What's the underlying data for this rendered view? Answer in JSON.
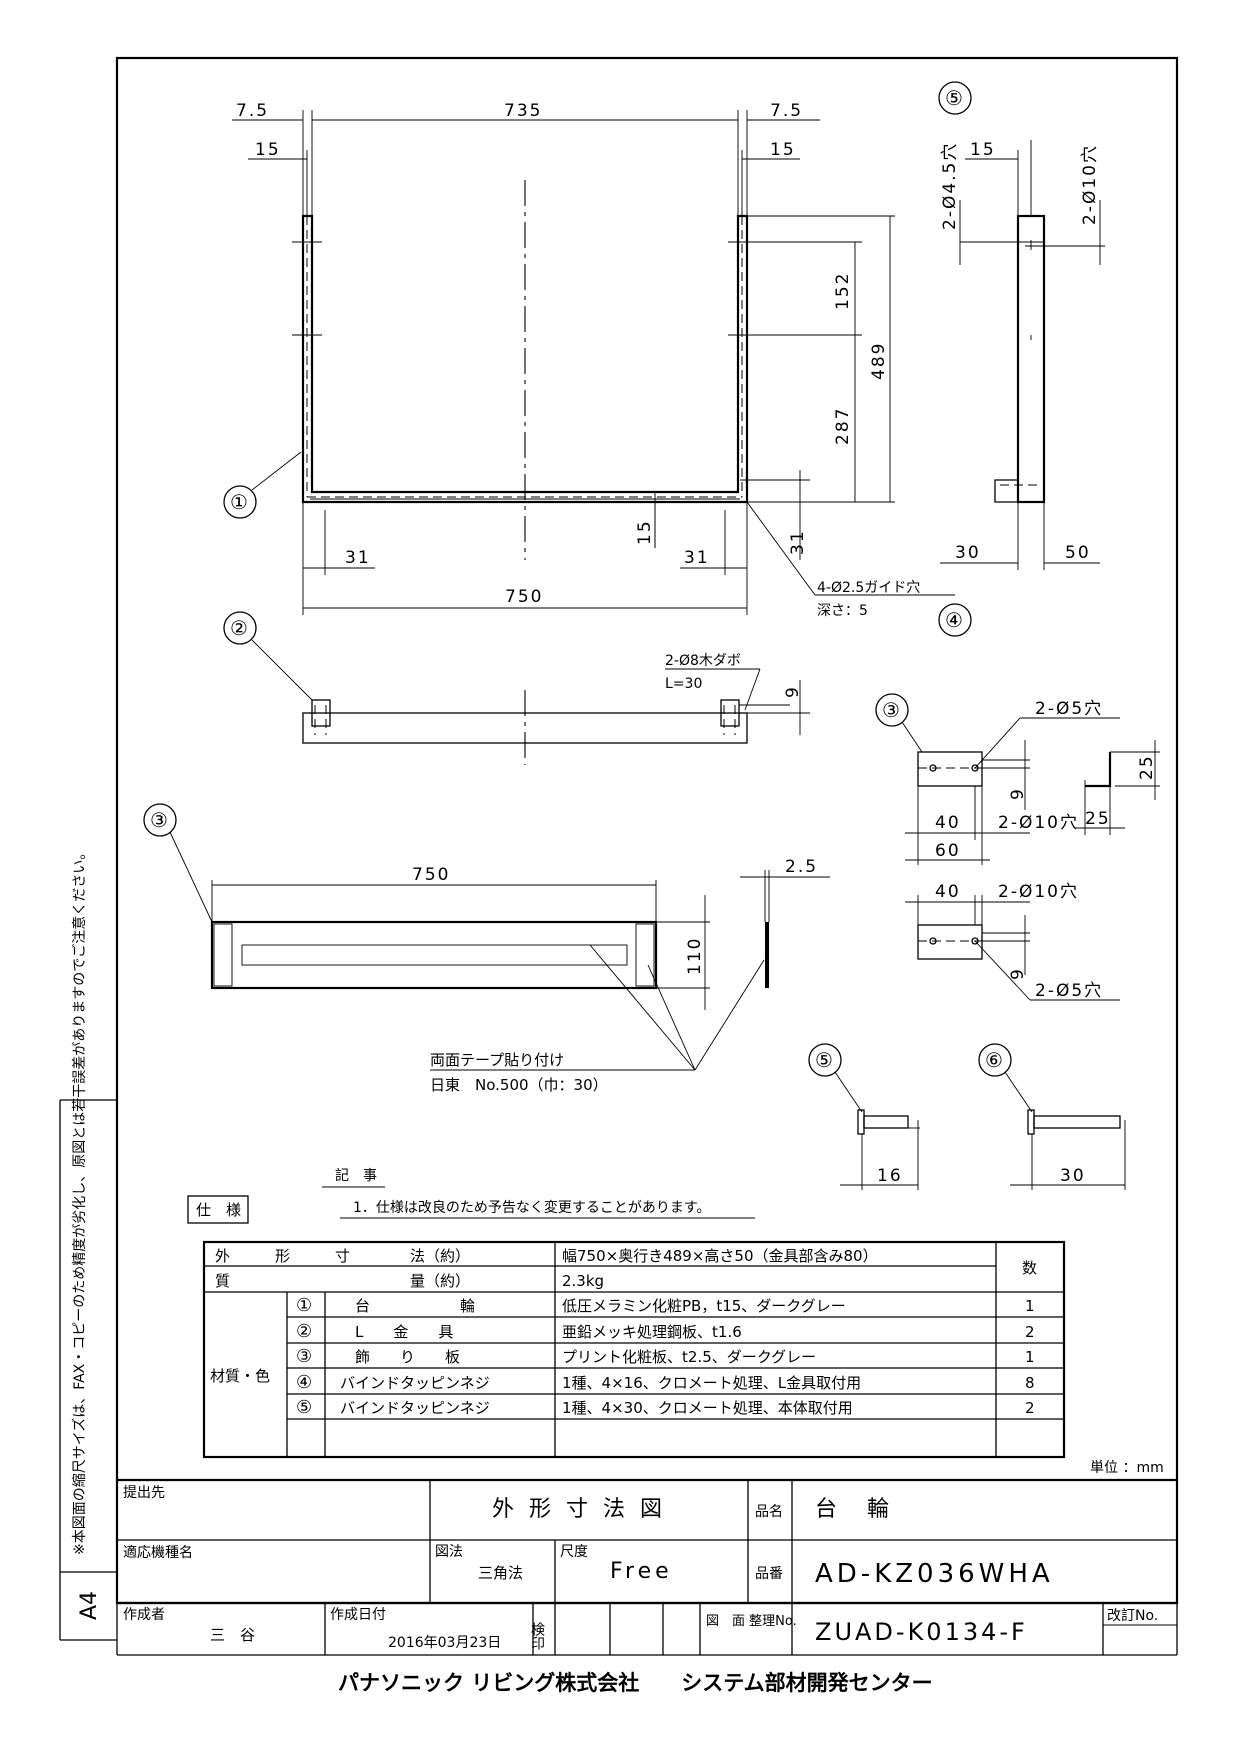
{
  "drawing": {
    "side_note": "※本図面の縮尺サイズは、FAX・コピーのため精度が劣化し、原図とは若干誤差がありますのでご注意ください。",
    "paper_size": "A4",
    "units": "単位 ：mm",
    "footer": "パナソニック リビング株式会社　　システム部材開発センター",
    "callouts": [
      "①",
      "②",
      "③",
      "③",
      "④",
      "⑤",
      "⑤",
      "⑥"
    ],
    "dims": {
      "d7_5": "7.5",
      "d735": "735",
      "d15": "15",
      "d152": "152",
      "d287": "287",
      "d489": "489",
      "d31": "31",
      "d750": "750",
      "d4_5": "2-Ø4.5穴",
      "d10": "2-Ø10穴",
      "d30": "30",
      "d50": "50",
      "guide": "4-Ø2.5ガイド穴",
      "depth": "深さ：5",
      "dowel": "2-Ø8木ダボ",
      "dowel_l": "L=30",
      "d9": "9",
      "hole5": "2-Ø5穴",
      "d40": "40",
      "d60": "60",
      "d25": "25",
      "d2_5": "2.5",
      "d110": "110",
      "d16": "16",
      "tape": "両面テープ貼り付け",
      "tape2": "日東　No.500（巾：30）"
    }
  },
  "notes": {
    "heading": "記　事",
    "item1": "1．仕様は改良のため予告なく変更することがあります。"
  },
  "spec": {
    "heading": "仕　様",
    "rows": [
      {
        "label": "外　　　形　　　寸　　　　法（約）",
        "value": "幅750×奥行き489×高さ50（金具部含み80）"
      },
      {
        "label": "質　　　　　　　　　　　　量（約）",
        "value": "2.3kg"
      }
    ],
    "qty_header": "数",
    "material_label": "材質・色",
    "materials": [
      {
        "no": "①",
        "name": "台　　　　　　輪",
        "spec": "低圧メラミン化粧PB，t15、ダークグレー",
        "qty": "1"
      },
      {
        "no": "②",
        "name": "L　　金　　具",
        "spec": "亜鉛メッキ処理鋼板、t1.6",
        "qty": "2"
      },
      {
        "no": "③",
        "name": "飾　　り　　板",
        "spec": "プリント化粧板、t2.5、ダークグレー",
        "qty": "1"
      },
      {
        "no": "④",
        "name": "バインドタッピンネジ",
        "spec": "1種、4×16、クロメート処理、L金具取付用",
        "qty": "8"
      },
      {
        "no": "⑤",
        "name": "バインドタッピンネジ",
        "spec": "1種、4×30、クロメート処理、本体取付用",
        "qty": "2"
      }
    ]
  },
  "title_block": {
    "submit_label": "提出先",
    "drawing_title": "外 形 寸 法 図",
    "product_name_label": "品名",
    "product_name": "台　輪",
    "model_label": "適応機種名",
    "projection_label": "図法",
    "projection": "三角法",
    "scale_label": "尺度",
    "scale": "Free",
    "product_no_label": "品番",
    "product_no": "AD-KZ036WHA",
    "author_label": "作成者",
    "author": "三　谷",
    "date_label": "作成日付",
    "date": "2016年03月23日",
    "check_label": "検印",
    "drawing_no_label": "図　面\n整理No.",
    "drawing_no": "ZUAD-K0134-F",
    "revision_label": "改訂No."
  }
}
